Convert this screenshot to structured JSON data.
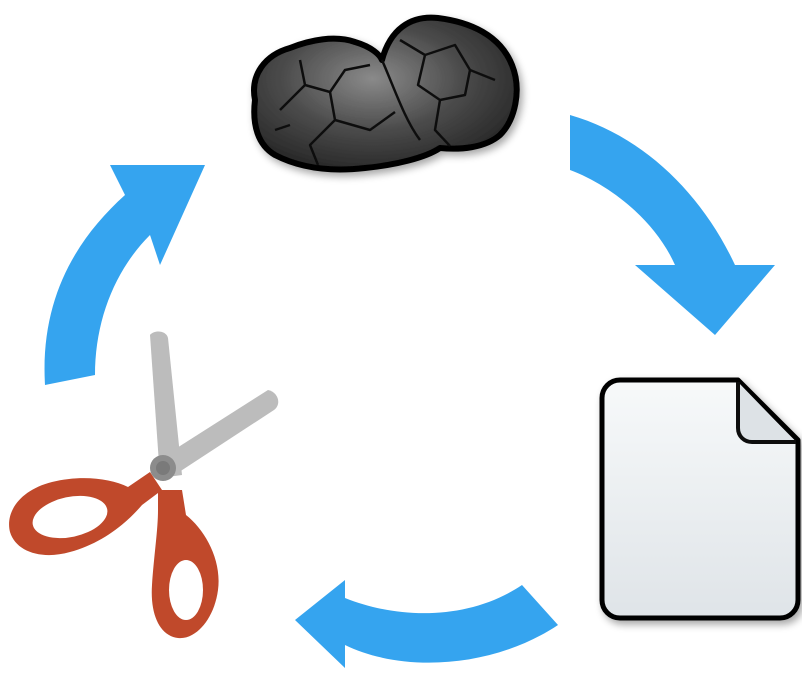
{
  "diagram": {
    "type": "cycle",
    "nodes": [
      {
        "id": "rock",
        "icon": "rock-icon"
      },
      {
        "id": "paper",
        "icon": "paper-icon"
      },
      {
        "id": "scissors",
        "icon": "scissors-icon"
      }
    ],
    "cycle_order": [
      "rock",
      "paper",
      "scissors",
      "rock"
    ]
  },
  "colors": {
    "arrow": "#35a4ef",
    "rock_fill": "#3c3c3c",
    "rock_outline": "#000000",
    "paper_fill": "#eef1f3",
    "paper_outline": "#000000",
    "scissors_blade": "#bcbcbc",
    "scissors_handle": "#c0492b",
    "scissors_pivot": "#8c8c8c"
  }
}
